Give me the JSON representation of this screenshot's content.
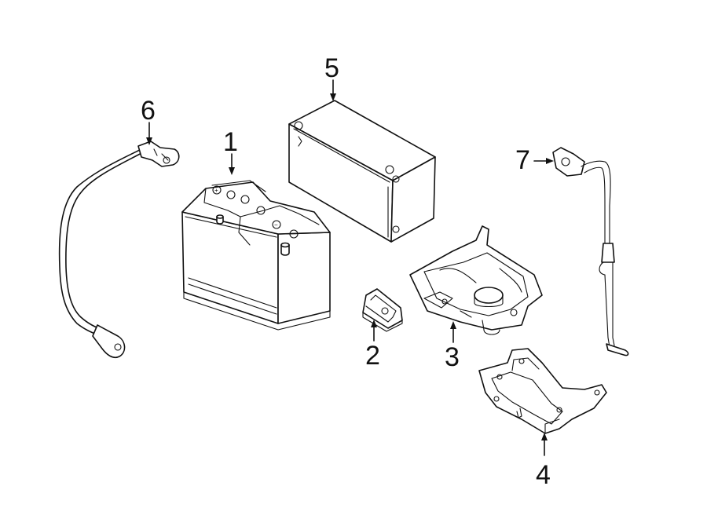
{
  "callouts": [
    {
      "id": "1",
      "label": "1"
    },
    {
      "id": "2",
      "label": "2"
    },
    {
      "id": "3",
      "label": "3"
    },
    {
      "id": "4",
      "label": "4"
    },
    {
      "id": "5",
      "label": "5"
    },
    {
      "id": "6",
      "label": "6"
    },
    {
      "id": "7",
      "label": "7"
    }
  ],
  "battery_terminal_marks": {
    "positive": "+",
    "negative": "−"
  },
  "colors": {
    "line": "#111111",
    "background": "#ffffff"
  }
}
